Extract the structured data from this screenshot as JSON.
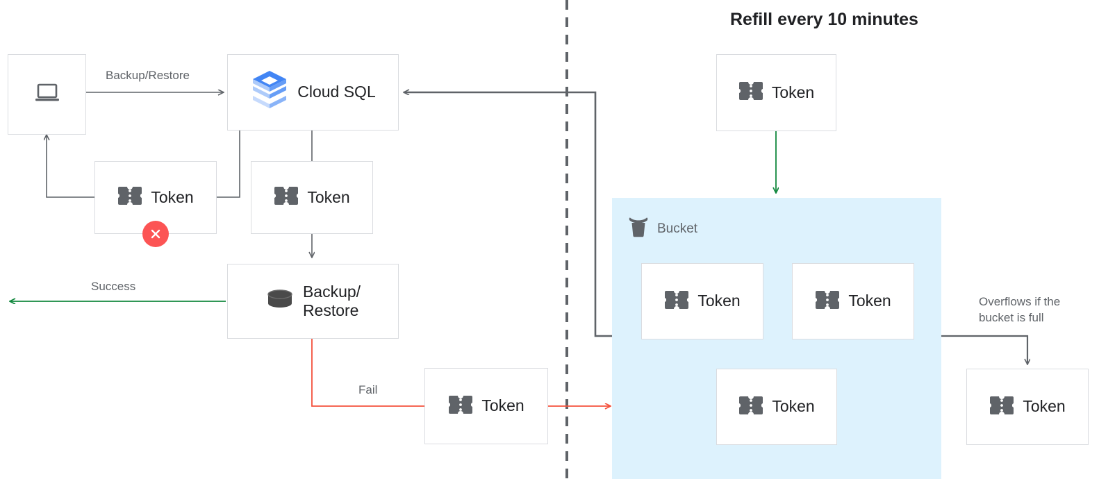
{
  "diagram": {
    "title": "Refill every 10 minutes",
    "divider": {
      "style": "dashed",
      "color": "#5f6368"
    },
    "colors": {
      "node_border": "#dadce0",
      "node_fill": "#ffffff",
      "wire_default": "#5f6368",
      "wire_success": "#12883e",
      "wire_fail": "#f4513c",
      "bucket_fill": "#ddf2fd",
      "badge_error": "#fc5454",
      "text_primary": "#202124",
      "text_secondary": "#5f6368",
      "cloudsql_blue_dark": "#4285f4",
      "cloudsql_blue_mid": "#7baaf7",
      "cloudsql_blue_light": "#aecbfa"
    },
    "nodes": [
      {
        "id": "client",
        "label": "",
        "icon": "laptop-icon"
      },
      {
        "id": "cloud-sql",
        "label": "Cloud SQL",
        "icon": "cloud-sql-icon"
      },
      {
        "id": "token-failed",
        "label": "Token",
        "icon": "token-icon"
      },
      {
        "id": "token-consumed",
        "label": "Token",
        "icon": "token-icon"
      },
      {
        "id": "backup-restore",
        "label": "Backup/\nRestore",
        "icon": "database-icon"
      },
      {
        "id": "token-fail-out",
        "label": "Token",
        "icon": "token-icon"
      },
      {
        "id": "token-refill",
        "label": "Token",
        "icon": "token-icon"
      },
      {
        "id": "token-bucket-1",
        "label": "Token",
        "icon": "token-icon"
      },
      {
        "id": "token-bucket-2",
        "label": "Token",
        "icon": "token-icon"
      },
      {
        "id": "token-bucket-3",
        "label": "Token",
        "icon": "token-icon"
      },
      {
        "id": "token-overflow",
        "label": "Token",
        "icon": "token-icon"
      }
    ],
    "edge_labels": {
      "backup_restore": "Backup/Restore",
      "success": "Success",
      "fail": "Fail",
      "overflow": "Overflows if the\nbucket is full"
    },
    "bucket": {
      "label": "Bucket",
      "icon": "bucket-icon"
    },
    "badge": {
      "error": "error-x-icon"
    }
  }
}
